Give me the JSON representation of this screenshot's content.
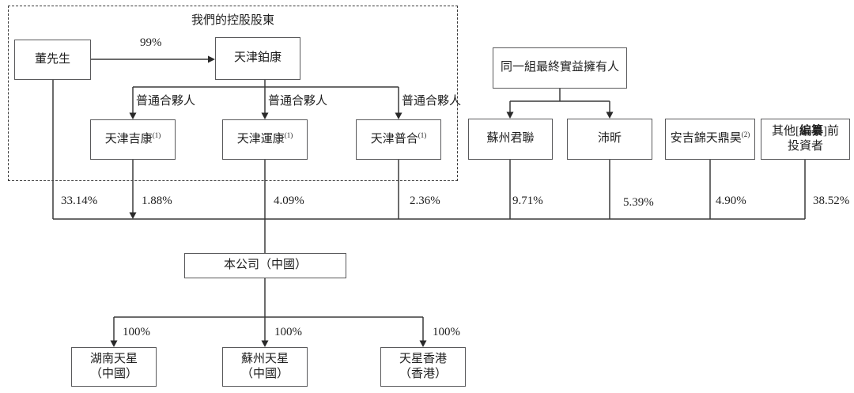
{
  "group": {
    "title": "我們的控股股東"
  },
  "nodes": {
    "mr_dong": {
      "label": "董先生"
    },
    "tianjin_bokang": {
      "label": "天津鉑康"
    },
    "tianjin_jikang": {
      "label": "天津吉康",
      "note": "(1)"
    },
    "tianjin_yunkang": {
      "label": "天津運康",
      "note": "(1)"
    },
    "tianjin_puhe": {
      "label": "天津普合",
      "note": "(1)"
    },
    "ubo_group": {
      "label": "同一組最終實益擁有人"
    },
    "suzhou_junlian": {
      "label": "蘇州君聯"
    },
    "peixin": {
      "label": "沛昕"
    },
    "anji_jintian_dinghao": {
      "label": "安吉錦天鼎昊",
      "note": "(2)"
    },
    "other_pre_investors": {
      "line1_prefix": "其他[",
      "line1_bold": "編纂",
      "line1_suffix": "]前",
      "line2": "投資者"
    },
    "company": {
      "label": "本公司（中國）"
    },
    "hunan_tianxing": {
      "line1": "湖南天星",
      "line2": "（中國）"
    },
    "suzhou_tianxing": {
      "line1": "蘇州天星",
      "line2": "（中國）"
    },
    "tianxing_hongkong": {
      "line1": "天星香港",
      "line2": "（香港）"
    }
  },
  "edge_labels": {
    "dong_to_bokang": "99%",
    "gp_jikang": "普通合夥人",
    "gp_yunkang": "普通合夥人",
    "gp_puhe": "普通合夥人",
    "pct_mr_dong": "33.14%",
    "pct_tianjin_jikang": "1.88%",
    "pct_tianjin_yunkang": "4.09%",
    "pct_tianjin_puhe": "2.36%",
    "pct_suzhou_junlian": "9.71%",
    "pct_peixin": "5.39%",
    "pct_anji": "4.90%",
    "pct_other_investors": "38.52%",
    "pct_hunan_tianxing": "100%",
    "pct_suzhou_tianxing": "100%",
    "pct_tianxing_hongkong": "100%"
  },
  "colors": {
    "line": "#3a3a3a",
    "box_border": "#59595b",
    "text": "#1f1f1f",
    "background": "#ffffff"
  }
}
